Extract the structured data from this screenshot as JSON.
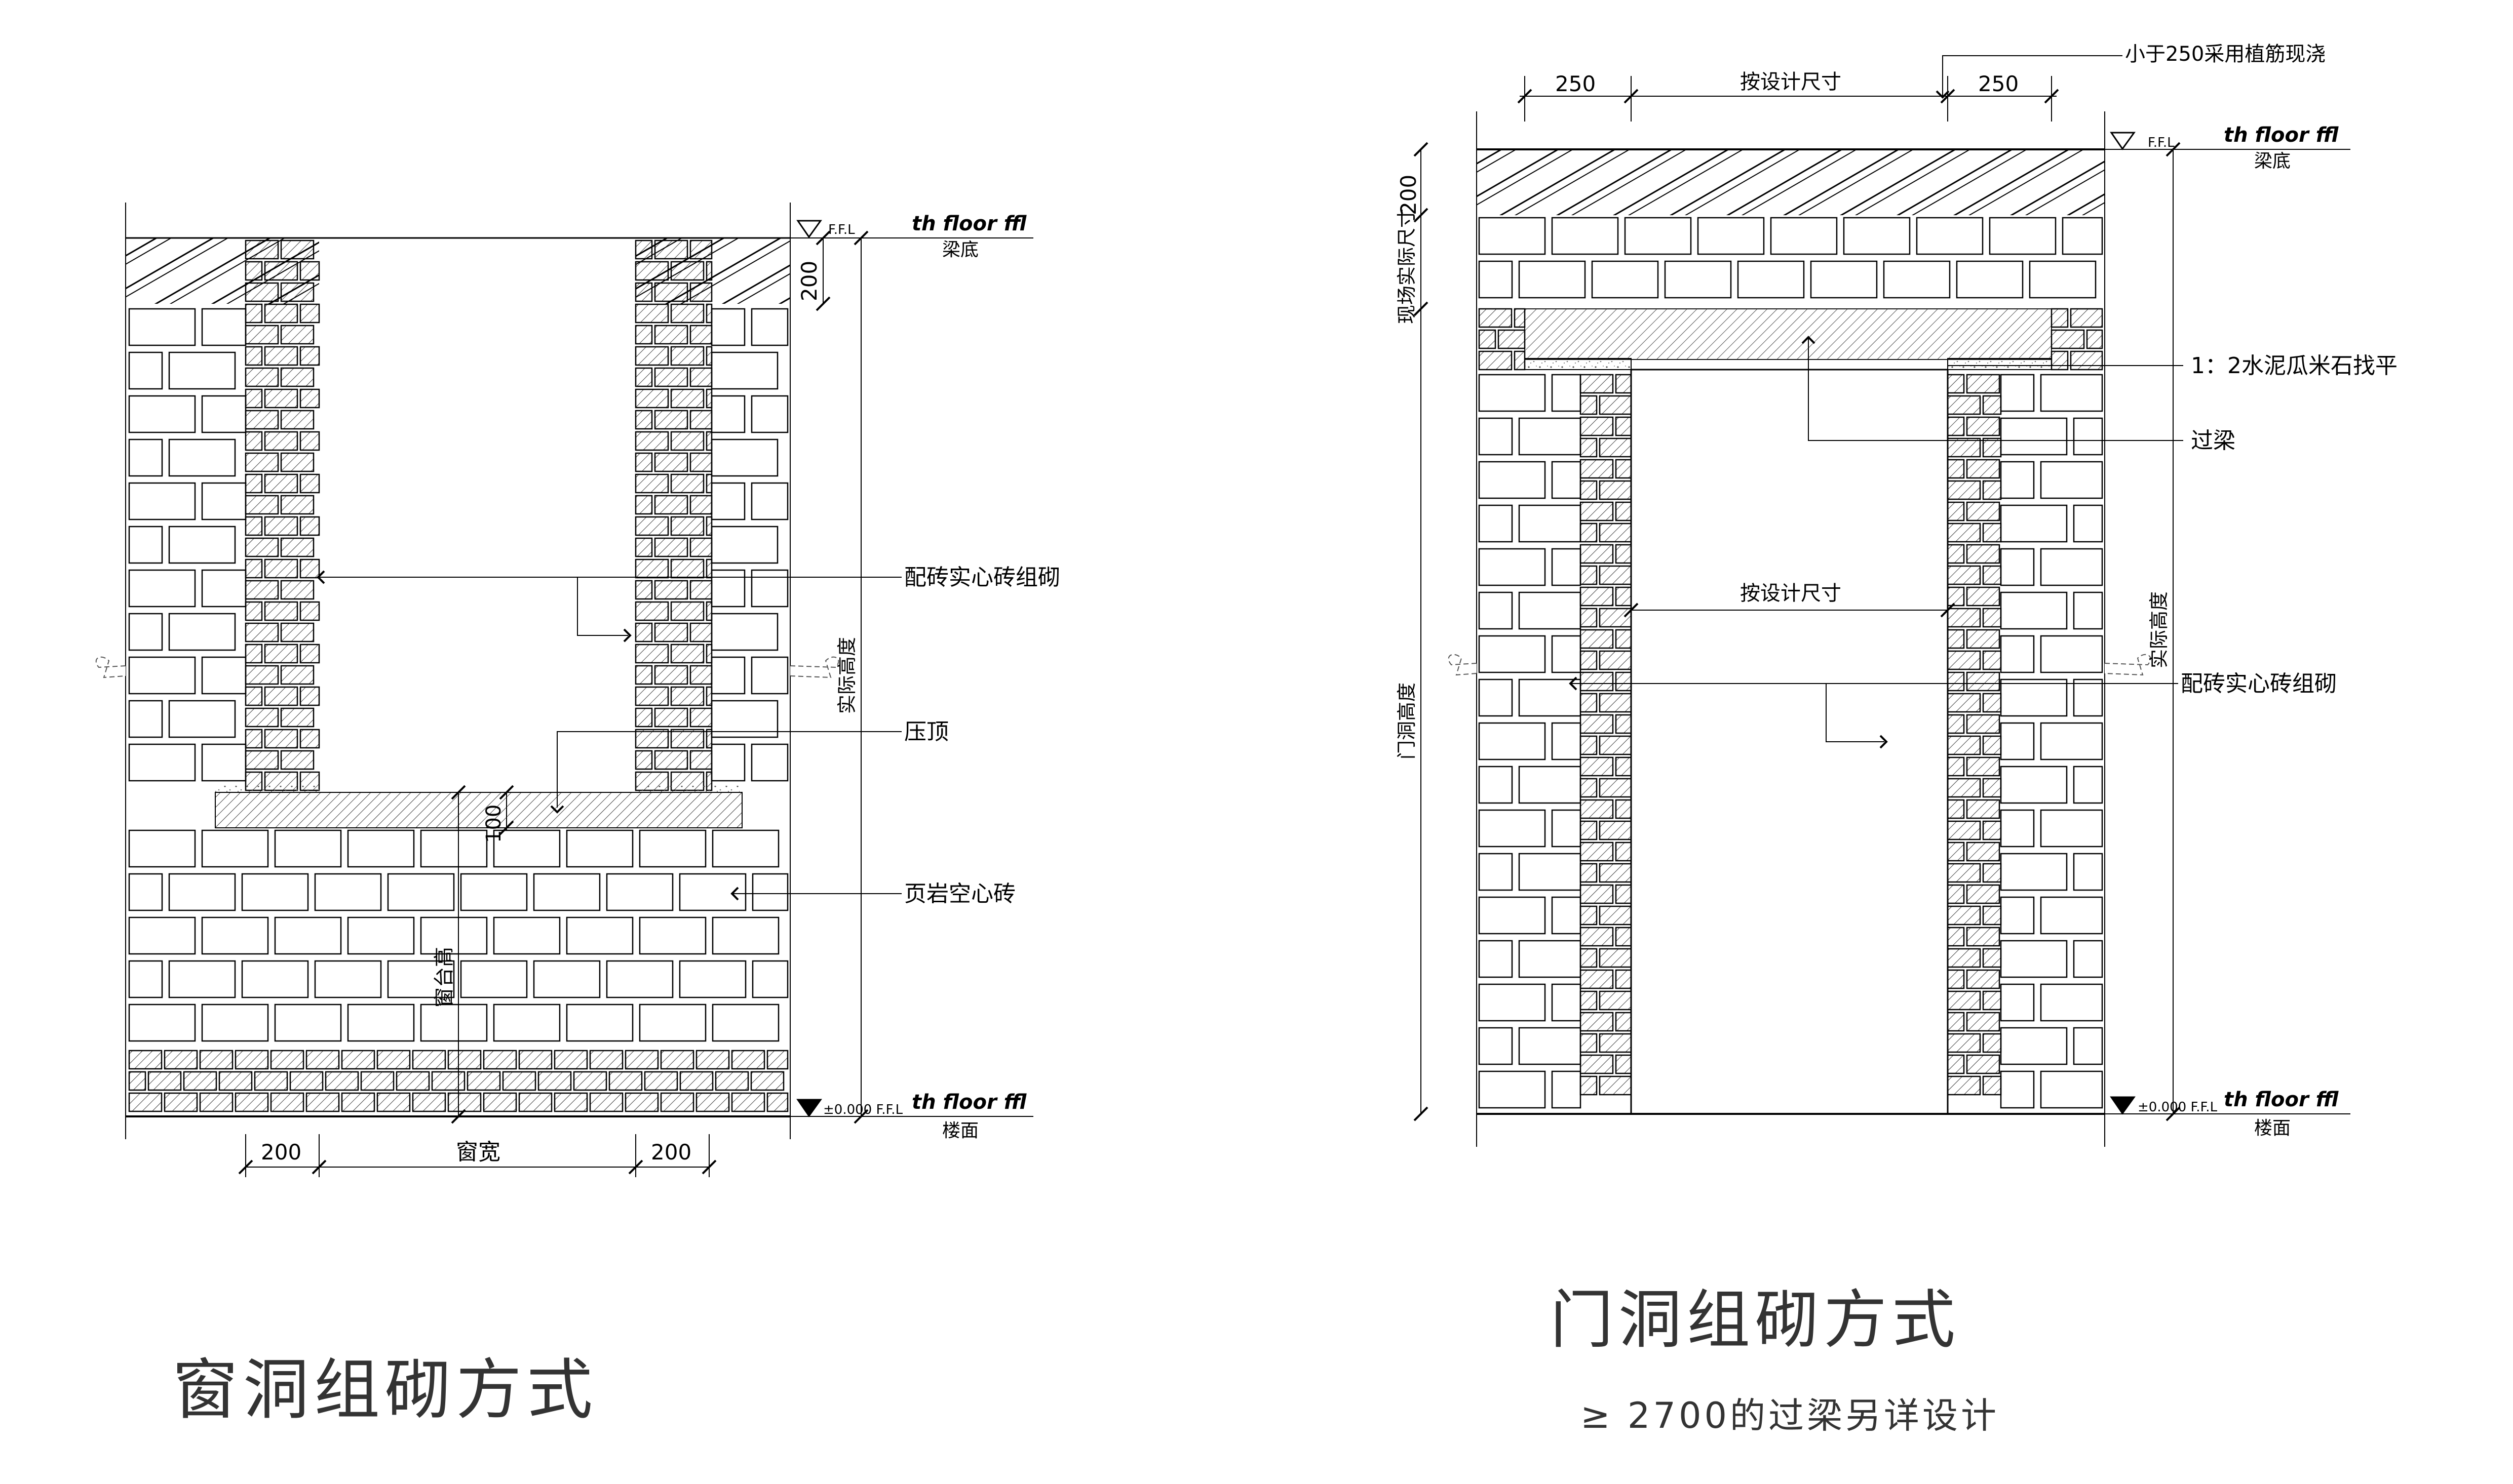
{
  "window_detail": {
    "title": "窗洞组砌方式",
    "callouts": {
      "solid_brick": "配砖实心砖组砌",
      "coping": "压顶",
      "shale_block": "页岩空心砖"
    },
    "dims": {
      "coping_h": "100",
      "beam_gap": "200",
      "left_jamb": "200",
      "right_jamb": "200",
      "width": "窗宽",
      "sill_height": "窗台高",
      "actual_height": "实际高度"
    },
    "levels": {
      "top_ffl": "th floor ffl",
      "top_mark": "F.F.L",
      "top_sub": "梁底",
      "bottom_ffl": "th floor ffl",
      "bottom_mark": "±0.000 F.F.L",
      "bottom_sub": "楼面"
    }
  },
  "door_detail": {
    "title": "门洞组砌方式",
    "subtitle": "≥ 2700的过梁另详设计",
    "callouts": {
      "cast_in_place": "小于250采用植筋现浇",
      "leveling": "1：2水泥瓜米石找平",
      "lintel": "过梁",
      "solid_brick": "配砖实心砖组砌"
    },
    "dims": {
      "left_250": "250",
      "design_size_top": "按设计尺寸",
      "right_250": "250",
      "design_size_mid": "按设计尺寸",
      "beam_200": "200",
      "site_actual": "现场实际尺寸",
      "door_height": "门洞高度",
      "actual_height": "实际高度"
    },
    "levels": {
      "top_ffl": "th floor ffl",
      "top_mark": "F.F.L",
      "top_sub": "梁底",
      "bottom_ffl": "th floor ffl",
      "bottom_mark": "±0.000 F.F.L",
      "bottom_sub": "楼面"
    }
  }
}
